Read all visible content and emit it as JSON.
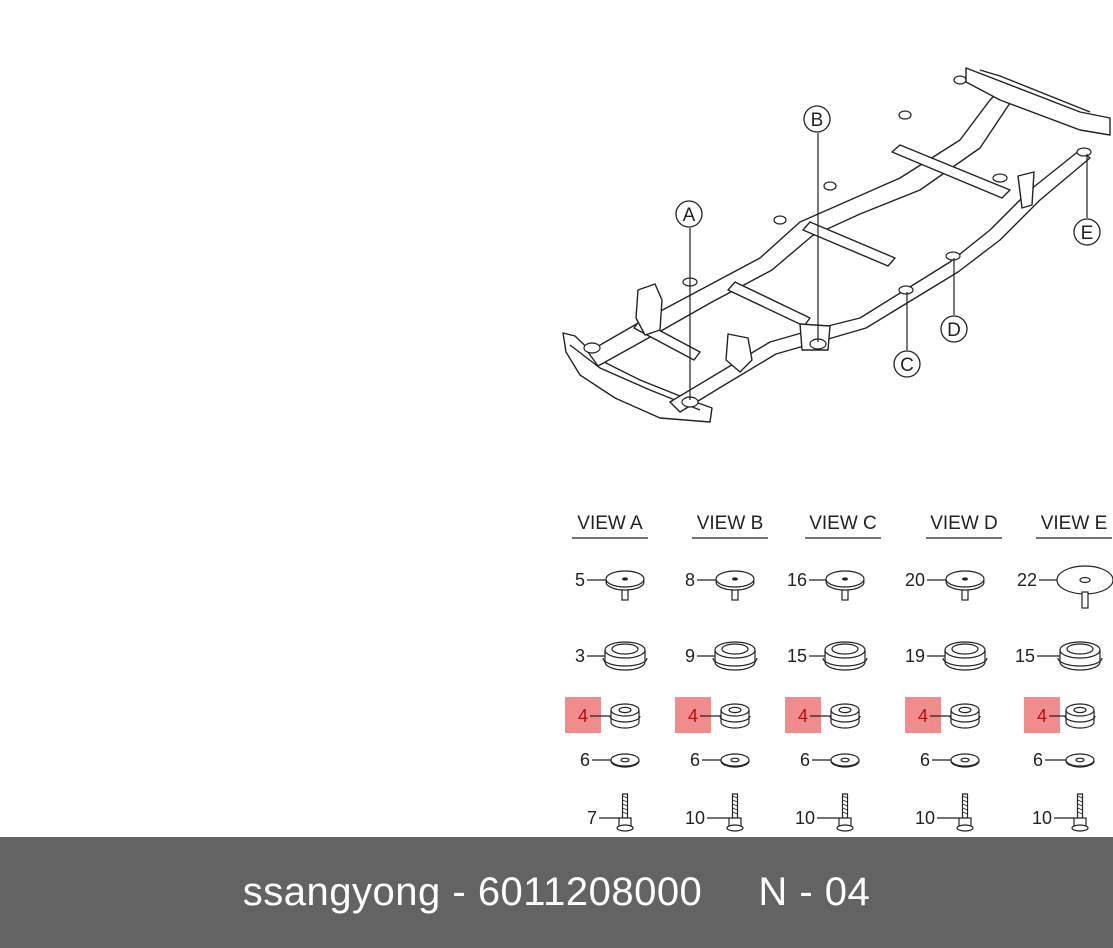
{
  "frame_callouts": [
    "A",
    "B",
    "C",
    "D",
    "E"
  ],
  "views": [
    {
      "title": "VIEW A",
      "parts": [
        "5",
        "3",
        "4",
        "6",
        "7"
      ]
    },
    {
      "title": "VIEW B",
      "parts": [
        "8",
        "9",
        "4",
        "6",
        "10"
      ]
    },
    {
      "title": "VIEW C",
      "parts": [
        "16",
        "15",
        "4",
        "6",
        "10"
      ]
    },
    {
      "title": "VIEW D",
      "parts": [
        "20",
        "19",
        "4",
        "6",
        "10"
      ]
    },
    {
      "title": "VIEW E",
      "parts": [
        "22",
        "15",
        "4",
        "6",
        "10"
      ]
    }
  ],
  "highlight_color": "#f08c8c",
  "footer": {
    "brand": "ssangyong",
    "dash": "-",
    "part_number": "6011208000",
    "page": "N - 04"
  }
}
